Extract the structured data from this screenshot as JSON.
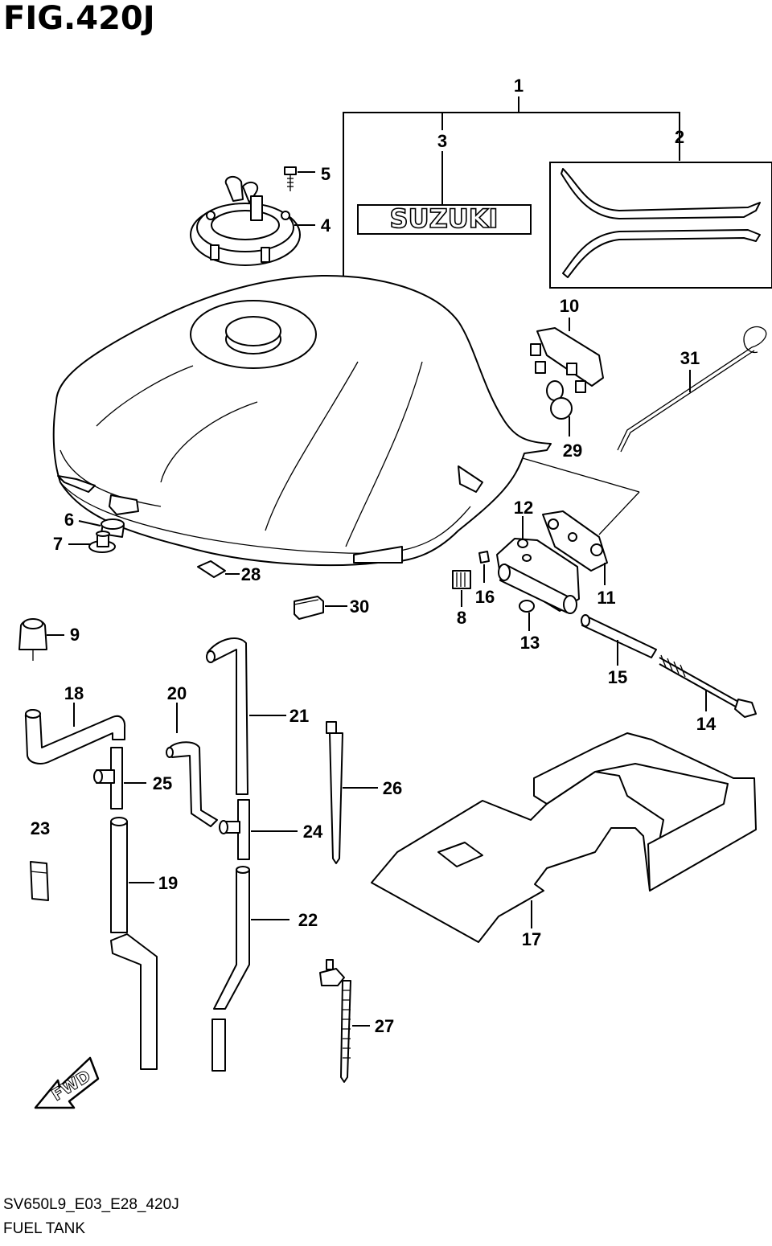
{
  "figure": {
    "title": "FIG.420J",
    "model_code": "SV650L9_E03_E28_420J",
    "section_name": "FUEL TANK",
    "emblem_text": "SUZUKI",
    "direction_label": "FWD"
  },
  "callouts": [
    "1",
    "2",
    "3",
    "4",
    "5",
    "6",
    "7",
    "8",
    "9",
    "10",
    "11",
    "12",
    "13",
    "14",
    "15",
    "16",
    "17",
    "18",
    "19",
    "20",
    "21",
    "22",
    "23",
    "24",
    "25",
    "26",
    "27",
    "28",
    "29",
    "30",
    "31"
  ],
  "colors": {
    "line": "#000000",
    "background": "#ffffff"
  }
}
